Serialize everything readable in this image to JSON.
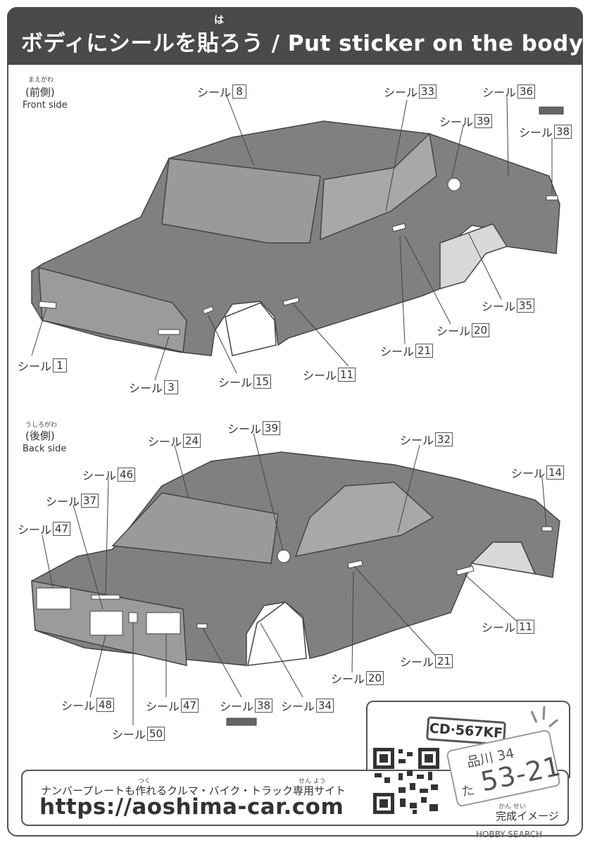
{
  "header": {
    "title": "ボディにシールを貼ろう / Put sticker on the body.",
    "ruby": "は"
  },
  "front": {
    "ruby": "まえがわ",
    "jp": "(前側)",
    "en": "Front side",
    "labels": [
      {
        "text": "シール",
        "num": "8"
      },
      {
        "text": "シール",
        "num": "33"
      },
      {
        "text": "シール",
        "num": "36"
      },
      {
        "text": "シール",
        "num": "39"
      },
      {
        "text": "シール",
        "num": "38"
      },
      {
        "text": "シール",
        "num": "35"
      },
      {
        "text": "シール",
        "num": "20"
      },
      {
        "text": "シール",
        "num": "21"
      },
      {
        "text": "シール",
        "num": "1"
      },
      {
        "text": "シール",
        "num": "11"
      },
      {
        "text": "シール",
        "num": "15"
      },
      {
        "text": "シール",
        "num": "3"
      }
    ]
  },
  "back": {
    "ruby": "うしろがわ",
    "jp": "(後側)",
    "en": "Back side",
    "labels": [
      {
        "text": "シール",
        "num": "39"
      },
      {
        "text": "シール",
        "num": "24"
      },
      {
        "text": "シール",
        "num": "32"
      },
      {
        "text": "シール",
        "num": "46"
      },
      {
        "text": "シール",
        "num": "14"
      },
      {
        "text": "シール",
        "num": "37"
      },
      {
        "text": "シール",
        "num": "47"
      },
      {
        "text": "シール",
        "num": "11"
      },
      {
        "text": "シール",
        "num": "21"
      },
      {
        "text": "シール",
        "num": "20"
      },
      {
        "text": "シール",
        "num": "48"
      },
      {
        "text": "シール",
        "num": "47"
      },
      {
        "text": "シール",
        "num": "38"
      },
      {
        "text": "シール",
        "num": "34"
      },
      {
        "text": "シール",
        "num": "50"
      }
    ]
  },
  "footer": {
    "line": "ナンバープレートも作れるクルマ・バイク・トラック専用サイト",
    "ruby_tsuku": "つく",
    "ruby_senyou": "せん よう",
    "url": "https://aoshima-car.com",
    "complete_ruby": "かん せい",
    "complete": "完成イメージ",
    "plate_top": "CD·567KF",
    "plate_region": "品川 34",
    "plate_kana": "た",
    "plate_number": "53-21"
  },
  "watermark": "HOBBY SEARCH",
  "colors": {
    "header_bg": "#4a4a4a",
    "body_fill": "#7d7d7d",
    "line": "#555555"
  }
}
